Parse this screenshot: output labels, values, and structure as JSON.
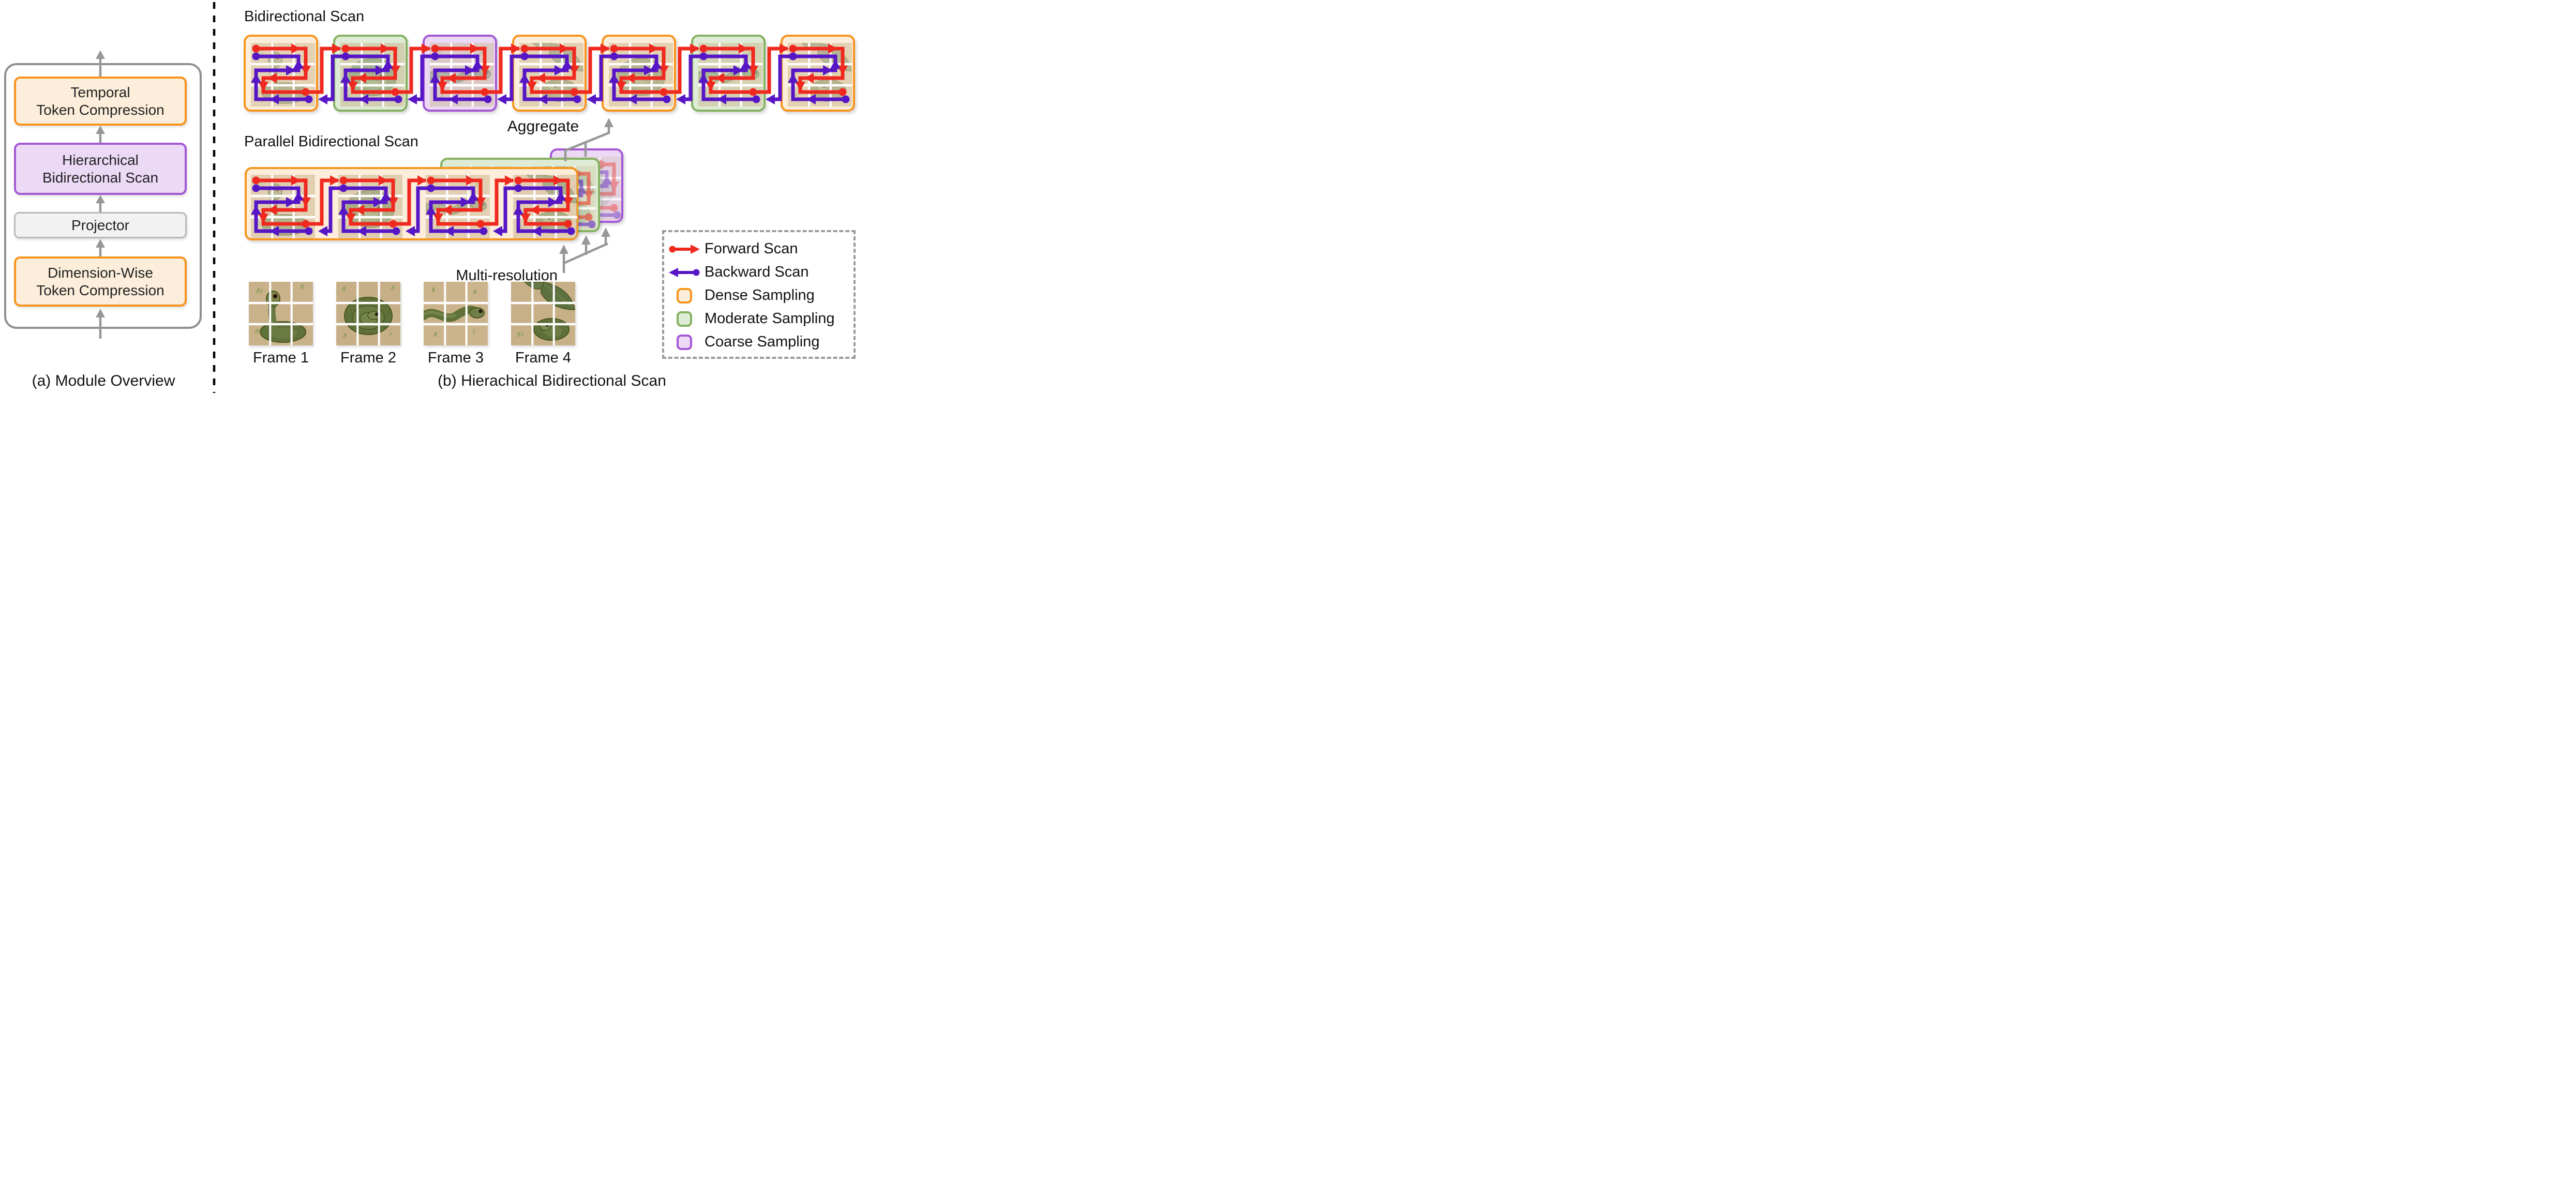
{
  "figure": {
    "panel_a": {
      "caption": "(a) Module Overview",
      "boxes": [
        {
          "lines": [
            "Temporal",
            "Token Compression"
          ],
          "style": "dense"
        },
        {
          "lines": [
            "Hierarchical",
            "Bidirectional Scan"
          ],
          "style": "coarse"
        },
        {
          "lines": [
            "Projector",
            ""
          ],
          "style": "plain"
        },
        {
          "lines": [
            "Dimension-Wise",
            "Token Compression"
          ],
          "style": "dense"
        }
      ]
    },
    "panel_b": {
      "caption": "(b) Hierachical Bidirectional Scan",
      "bidirectional_scan_title": "Bidirectional Scan",
      "parallel_scan_title": "Parallel Bidirectional Scan",
      "aggregate_label": "Aggregate",
      "multi_resolution_label": "Multi-resolution",
      "top_row_sampling": [
        "dense",
        "moderate",
        "coarse",
        "dense",
        "dense",
        "moderate",
        "dense"
      ],
      "frame_labels": [
        "Frame 1",
        "Frame 2",
        "Frame 3",
        "Frame 4"
      ]
    },
    "legend": {
      "items": [
        {
          "label": "Forward Scan",
          "swatch": "forward-arrow"
        },
        {
          "label": "Backward Scan",
          "swatch": "backward-arrow"
        },
        {
          "label": "Dense Sampling",
          "swatch": "dense-box"
        },
        {
          "label": "Moderate Sampling",
          "swatch": "moderate-box"
        },
        {
          "label": "Coarse Sampling",
          "swatch": "coarse-box"
        }
      ]
    }
  },
  "colors": {
    "forward": "#F0291F",
    "backward": "#5716C6",
    "dense_border": "#F7941E",
    "dense_fill": "#FCEEDA",
    "moderate_border": "#85B161",
    "moderate_fill": "#DFECD5",
    "coarse_border": "#A558D4",
    "coarse_fill": "#EBD9F6",
    "arrow_gray": "#979797",
    "outline_gray": "#8F8F8F"
  }
}
